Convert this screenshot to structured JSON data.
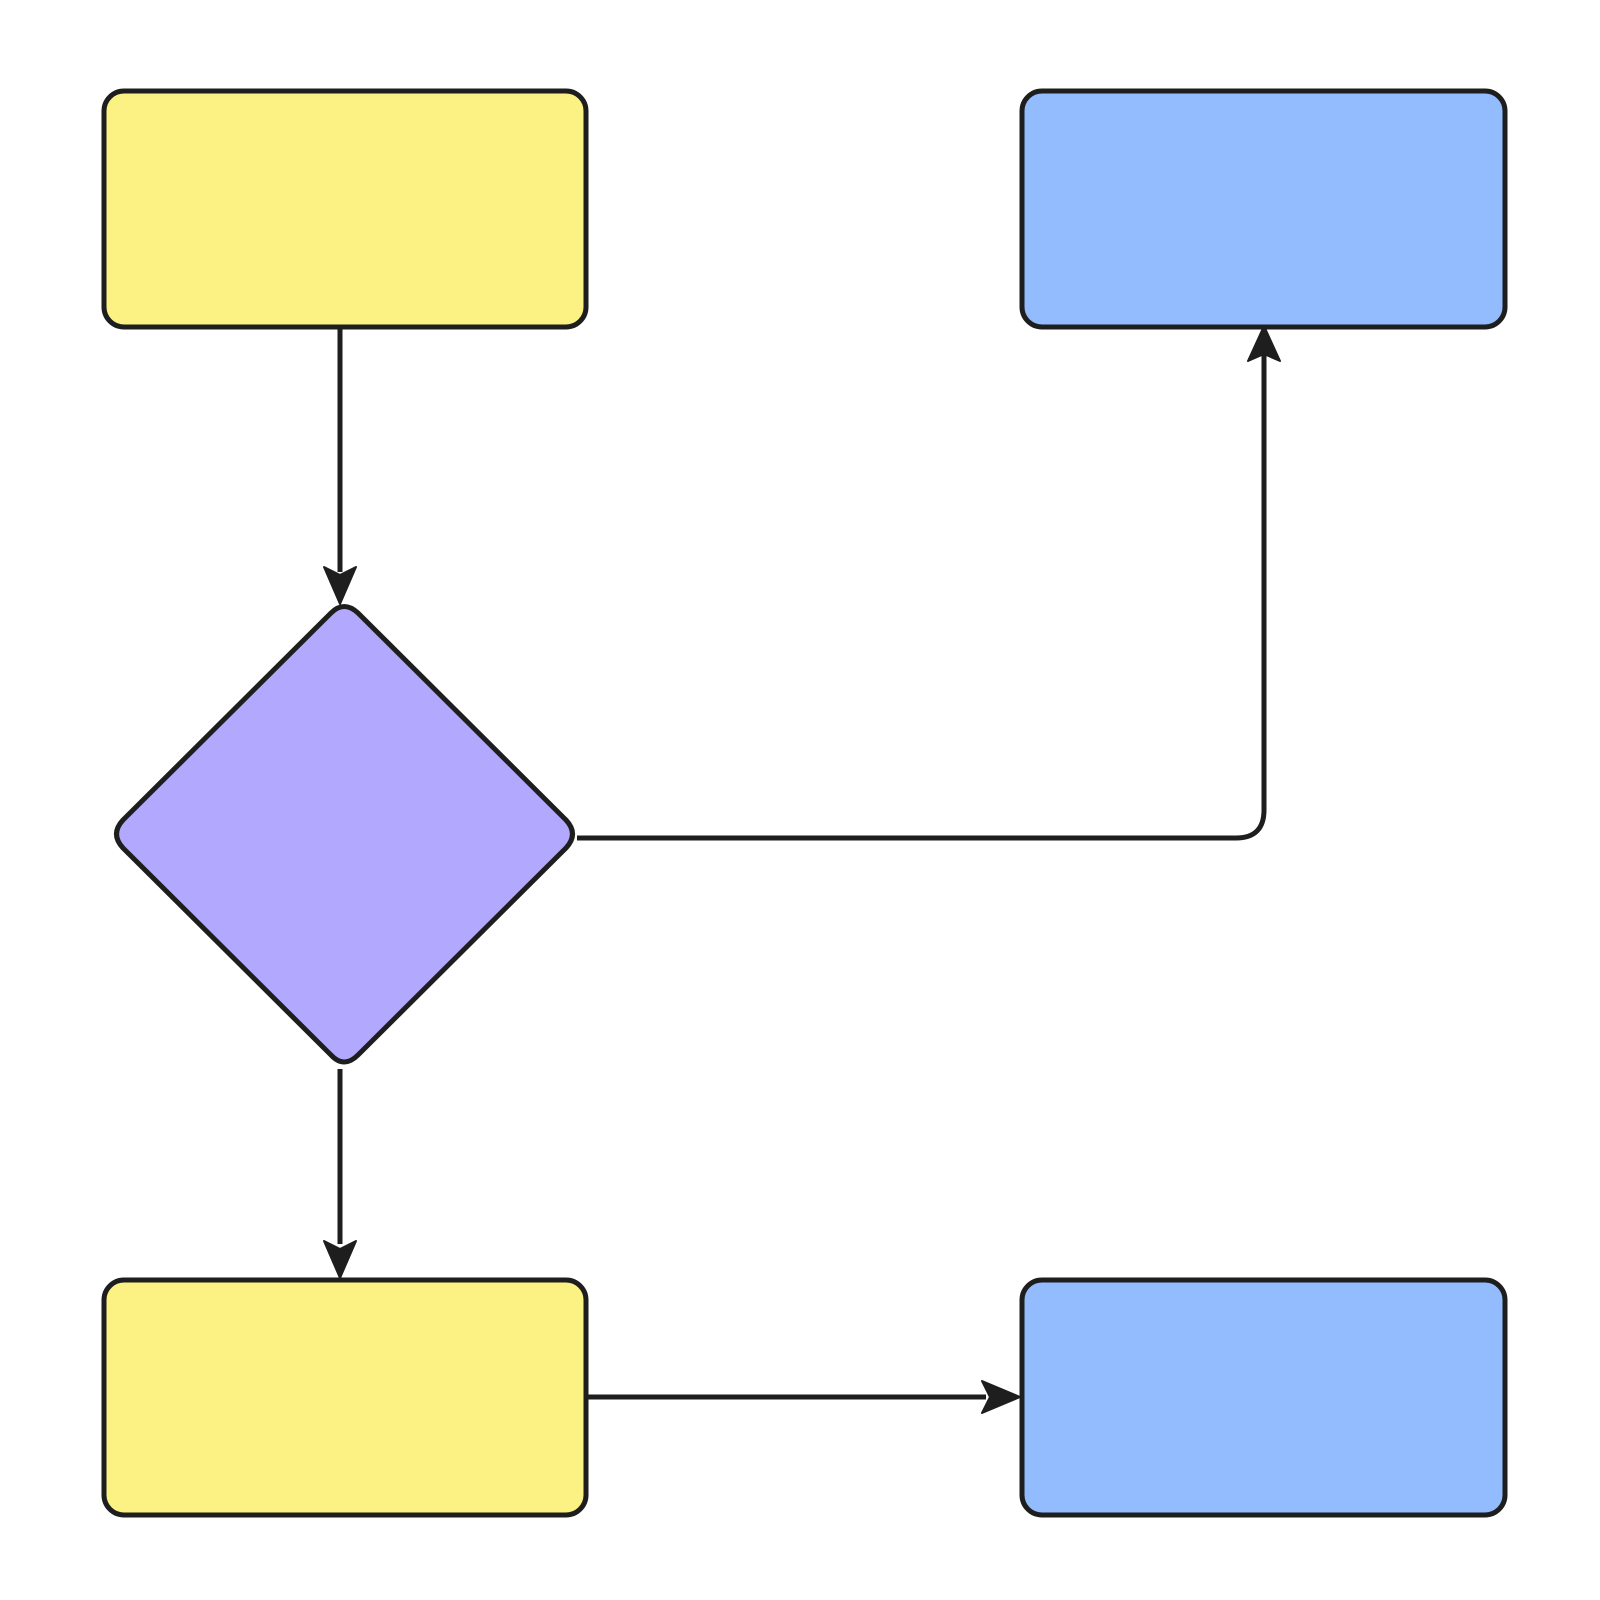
{
  "diagram": {
    "type": "flowchart",
    "colors": {
      "background": "#ffffff",
      "stroke": "#1e1e1e",
      "process_yellow": "#fcf284",
      "terminal_blue": "#93bcff",
      "decision_purple": "#b2a9fe"
    },
    "nodes": [
      {
        "id": "box-top-left",
        "shape": "rounded-rectangle",
        "fill": "process_yellow",
        "label": ""
      },
      {
        "id": "box-top-right",
        "shape": "rounded-rectangle",
        "fill": "terminal_blue",
        "label": ""
      },
      {
        "id": "decision",
        "shape": "diamond",
        "fill": "decision_purple",
        "label": ""
      },
      {
        "id": "box-bottom-left",
        "shape": "rounded-rectangle",
        "fill": "process_yellow",
        "label": ""
      },
      {
        "id": "box-bottom-right",
        "shape": "rounded-rectangle",
        "fill": "terminal_blue",
        "label": ""
      }
    ],
    "edges": [
      {
        "from": "box-top-left",
        "to": "decision",
        "label": ""
      },
      {
        "from": "decision",
        "to": "box-top-right",
        "label": ""
      },
      {
        "from": "decision",
        "to": "box-bottom-left",
        "label": ""
      },
      {
        "from": "box-bottom-left",
        "to": "box-bottom-right",
        "label": ""
      }
    ]
  }
}
